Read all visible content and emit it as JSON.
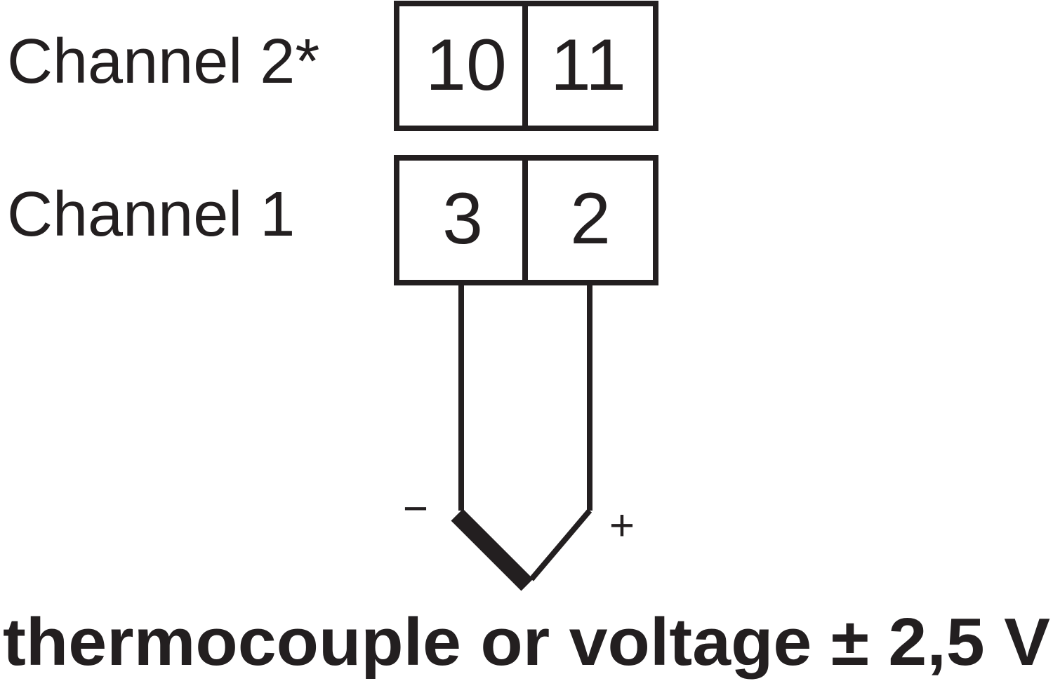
{
  "channels": [
    {
      "label": "Channel 2*",
      "terminals": [
        "10",
        "11"
      ]
    },
    {
      "label": "Channel 1",
      "terminals": [
        "3",
        "2"
      ]
    }
  ],
  "polarity": {
    "negative": "−",
    "positive": "+"
  },
  "caption": "thermocouple or voltage ± 2,5 V",
  "colors": {
    "ink": "#231f20",
    "background": "#ffffff"
  }
}
